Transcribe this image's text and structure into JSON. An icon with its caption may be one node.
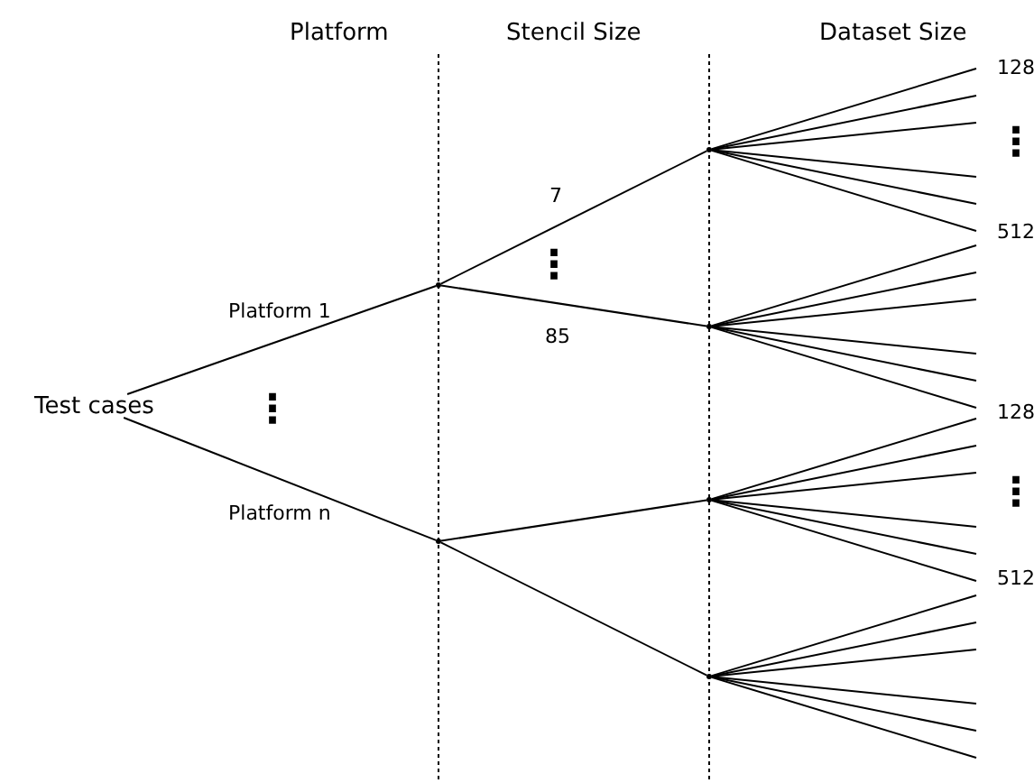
{
  "diagram": {
    "nodes": [
      {
        "text": [
          "Test cases"
        ]
      },
      {
        "text": [],
        "shape": "point"
      },
      {
        "text": [],
        "shape": "point"
      },
      {
        "text": [],
        "shape": "point"
      },
      {
        "text": [],
        "shape": "point"
      },
      {
        "text": [],
        "shape": "point"
      },
      {
        "text": [],
        "shape": "point"
      }
    ],
    "edges": [
      {
        "from": 0,
        "to": 1,
        "arrow": "none",
        "label": "Platform 1"
      },
      {
        "from": 0,
        "to": 2,
        "arrow": "none",
        "label": "Platform n"
      },
      {
        "from": 1,
        "to": 3,
        "arrow": "none",
        "label": "7"
      },
      {
        "from": 1,
        "to": 4,
        "arrow": "none",
        "label": "85"
      },
      {
        "from": 2,
        "to": 5,
        "arrow": "none"
      },
      {
        "from": 2,
        "to": 6,
        "arrow": "none"
      },
      {
        "from": 3,
        "to": null,
        "arrow": "none"
      },
      {
        "from": 3,
        "to": null,
        "arrow": "none"
      },
      {
        "from": 3,
        "to": null,
        "arrow": "none"
      },
      {
        "from": 3,
        "to": null,
        "arrow": "none"
      },
      {
        "from": 3,
        "to": null,
        "arrow": "none"
      },
      {
        "from": 3,
        "to": null,
        "arrow": "none"
      },
      {
        "from": 4,
        "to": null,
        "arrow": "none"
      },
      {
        "from": 4,
        "to": null,
        "arrow": "none"
      },
      {
        "from": 4,
        "to": null,
        "arrow": "none"
      },
      {
        "from": 4,
        "to": null,
        "arrow": "none"
      },
      {
        "from": 4,
        "to": null,
        "arrow": "none"
      },
      {
        "from": 4,
        "to": null,
        "arrow": "none"
      },
      {
        "from": 5,
        "to": null,
        "arrow": "none"
      },
      {
        "from": 5,
        "to": null,
        "arrow": "none"
      },
      {
        "from": 5,
        "to": null,
        "arrow": "none"
      },
      {
        "from": 5,
        "to": null,
        "arrow": "none"
      },
      {
        "from": 5,
        "to": null,
        "arrow": "none"
      },
      {
        "from": 5,
        "to": null,
        "arrow": "none"
      },
      {
        "from": 6,
        "to": null,
        "arrow": "none"
      },
      {
        "from": 6,
        "to": null,
        "arrow": "none"
      },
      {
        "from": 6,
        "to": null,
        "arrow": "none"
      },
      {
        "from": 6,
        "to": null,
        "arrow": "none"
      },
      {
        "from": 6,
        "to": null,
        "arrow": "none"
      },
      {
        "from": 6,
        "to": null,
        "arrow": "none"
      }
    ],
    "labels": [
      "Platform",
      "Stencil Size",
      "Dataset Size",
      "128",
      "⋮",
      "⋮",
      "512",
      "⋮",
      "128",
      "⋮",
      "512"
    ]
  }
}
